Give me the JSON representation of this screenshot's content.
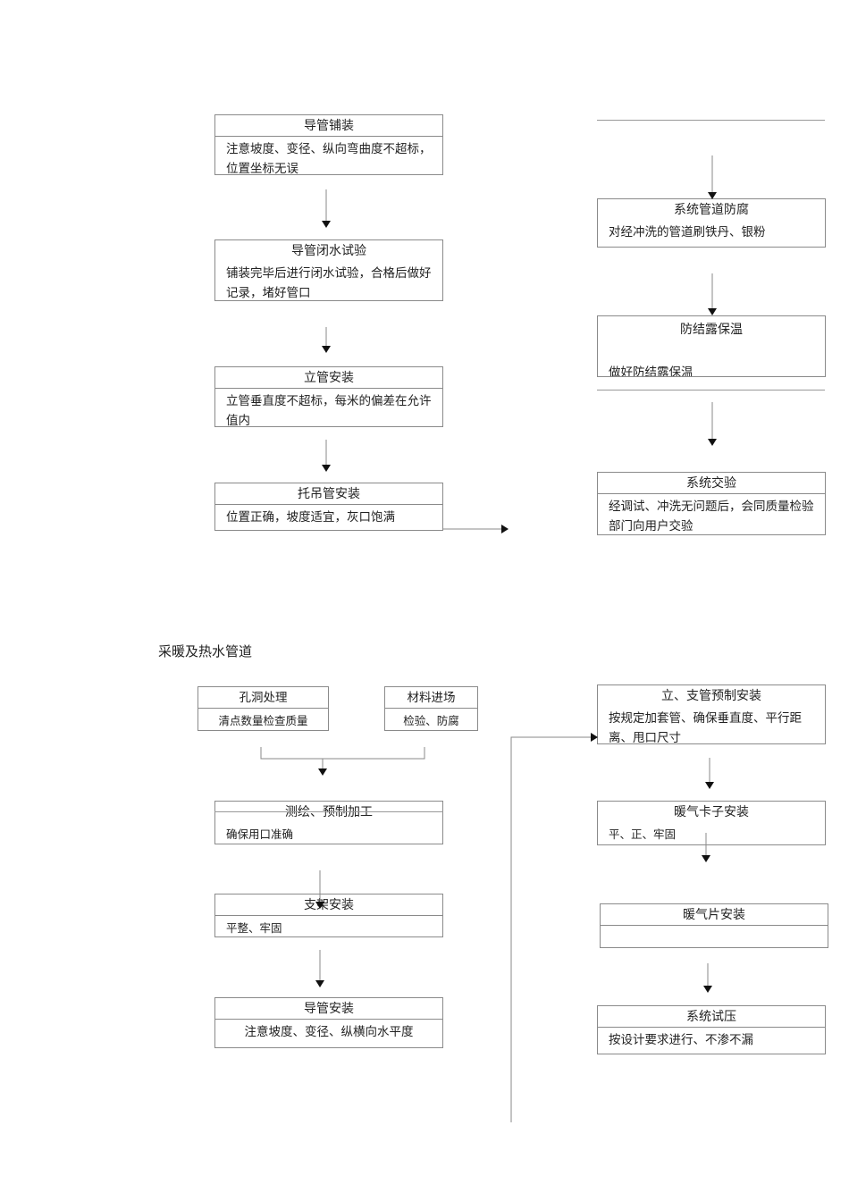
{
  "section2_title": "采暖及热水管道",
  "left1": [
    {
      "title": "导管铺装",
      "desc": "注意坡度、变径、纵向弯曲度不超标，位置坐标无误"
    },
    {
      "title": "导管闭水试验",
      "desc": "铺装完毕后进行闭水试验，合格后做好记录，堵好管口"
    },
    {
      "title": "立管安装",
      "desc": "立管垂直度不超标，每米的偏差在允许值内"
    },
    {
      "title": "托吊管安装",
      "desc": "位置正确，坡度适宜，灰口饱满"
    }
  ],
  "right1": [
    {
      "title": "系统管道防腐",
      "desc": "对经冲洗的管道刷铁丹、银粉"
    },
    {
      "title": "防结露保温",
      "desc": "做好防结露保温"
    },
    {
      "title": "系统交验",
      "desc": "经调试、冲洗无问题后，会同质量检验部门向用户交验"
    }
  ],
  "left2_top": [
    {
      "title": "孔洞处理",
      "desc": "清点数量检查质量"
    },
    {
      "title": "材料进场",
      "desc": "检验、防腐"
    }
  ],
  "left2": [
    {
      "title": "测绘、预制加工",
      "desc": "确保用口准确"
    },
    {
      "title": "支架安装",
      "desc": "平整、牢固"
    },
    {
      "title": "导管安装",
      "desc": "注意坡度、变径、纵横向水平度"
    }
  ],
  "right2": [
    {
      "title": "立、支管预制安装",
      "desc": "按规定加套管、确保垂直度、平行距离、甩口尺寸"
    },
    {
      "title": "暖气卡子安装",
      "desc": "平、正、牢固"
    },
    {
      "title": "暖气片安装",
      "desc": ""
    },
    {
      "title": "系统试压",
      "desc": "按设计要求进行、不渗不漏"
    }
  ]
}
